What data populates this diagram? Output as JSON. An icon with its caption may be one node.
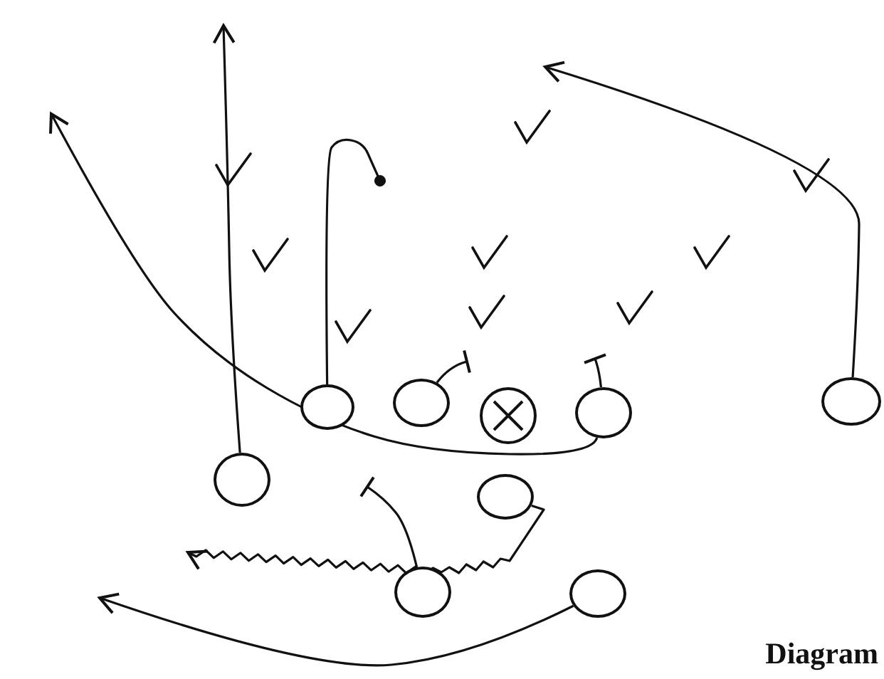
{
  "diagram": {
    "nodes": [
      {
        "text": [],
        "shape": "ellipse"
      },
      {
        "text": [],
        "shape": "ellipse"
      },
      {
        "text": [],
        "shape": "circle"
      },
      {
        "text": [],
        "shape": "ellipse"
      },
      {
        "text": [],
        "shape": "ellipse"
      },
      {
        "text": [],
        "shape": "ellipse"
      },
      {
        "text": [],
        "shape": "ellipse"
      },
      {
        "text": [],
        "shape": "ellipse"
      },
      {
        "text": [],
        "shape": "ellipse"
      }
    ],
    "edges": [
      {
        "from": 5,
        "to": null,
        "arrow": "to"
      },
      {
        "from": 0,
        "to": null,
        "arrow": "other"
      },
      {
        "from": 4,
        "to": null,
        "arrow": "to"
      },
      {
        "from": 3,
        "to": null,
        "arrow": "to"
      },
      {
        "from": 1,
        "to": null,
        "arrow": "other"
      },
      {
        "from": 3,
        "to": null,
        "arrow": "other"
      },
      {
        "from": 7,
        "to": null,
        "arrow": "other"
      },
      {
        "from": 6,
        "to": null,
        "arrow": "to"
      },
      {
        "from": 8,
        "to": null,
        "arrow": "to"
      }
    ],
    "labels": [
      "Diagram"
    ]
  }
}
